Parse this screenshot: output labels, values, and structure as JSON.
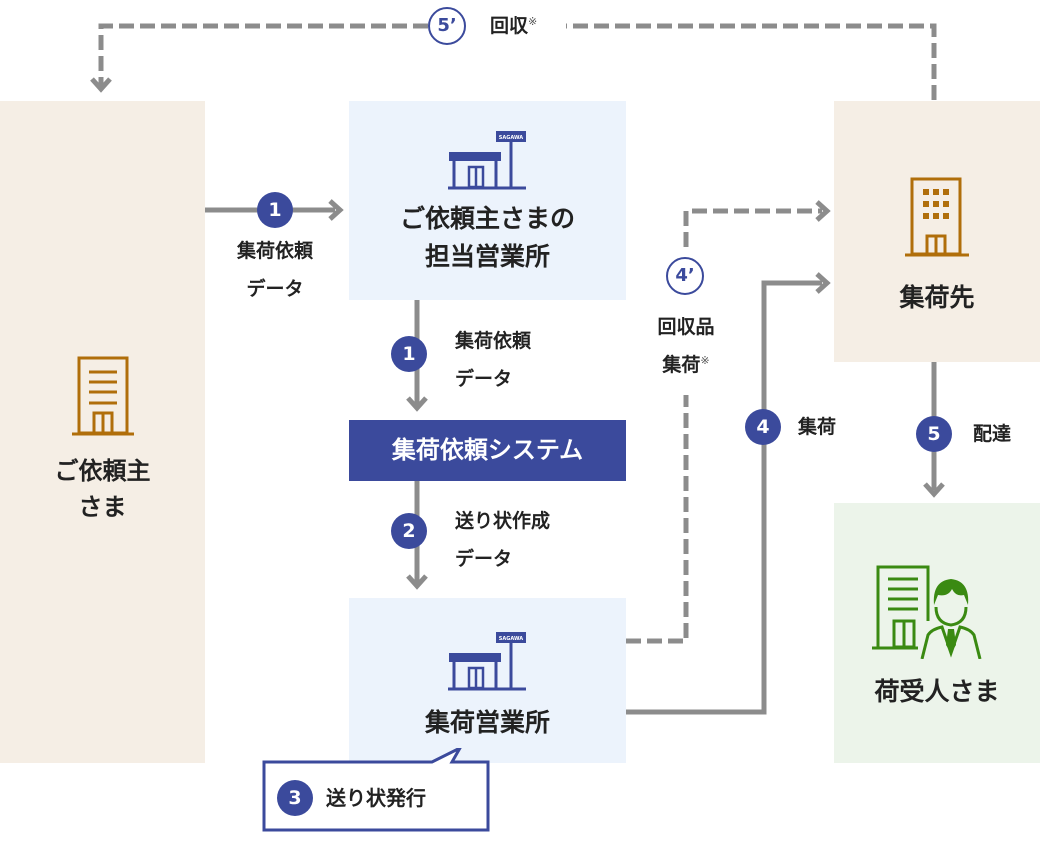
{
  "nodes": {
    "client": {
      "label_line1": "ご依頼主",
      "label_line2": "さま",
      "icon": "office-building-icon"
    },
    "client_branch": {
      "label_line1": "ご依頼主さまの",
      "label_line2": "担当営業所",
      "icon": "sagawa-branch-icon",
      "sign_text": "SAGAWA"
    },
    "system": {
      "label": "集荷依頼システム"
    },
    "pickup_branch": {
      "label": "集荷営業所",
      "icon": "sagawa-branch-icon",
      "sign_text": "SAGAWA"
    },
    "pickup_location": {
      "label": "集荷先",
      "icon": "building-windows-icon"
    },
    "recipient": {
      "label": "荷受人さま",
      "icon": "building-person-icon"
    }
  },
  "steps": [
    {
      "number": "1",
      "label_line1": "集荷依頼",
      "label_line2": "データ",
      "from": "client",
      "to": "client_branch"
    },
    {
      "number": "1",
      "label_line1": "集荷依頼",
      "label_line2": "データ",
      "from": "client_branch",
      "to": "system"
    },
    {
      "number": "2",
      "label_line1": "送り状作成",
      "label_line2": "データ",
      "from": "system",
      "to": "pickup_branch"
    },
    {
      "number": "3",
      "label": "送り状発行",
      "callout_for": "pickup_branch"
    },
    {
      "number": "4",
      "label": "集荷",
      "from": "pickup_branch",
      "to": "pickup_location"
    },
    {
      "number": "4’",
      "label_line1": "回収品",
      "label_line2": "集荷",
      "note_mark": "※",
      "optional": true,
      "from": "pickup_branch",
      "to": "pickup_location"
    },
    {
      "number": "5",
      "label": "配達",
      "from": "pickup_location",
      "to": "recipient"
    },
    {
      "number": "5’",
      "label": "回収",
      "note_mark": "※",
      "optional": true,
      "from": "pickup_location",
      "to": "client"
    }
  ],
  "colors": {
    "accent_navy": "#3b4a9c",
    "arrow_gray": "#8c8c8c",
    "beige_box": "#f5eee5",
    "blue_box": "#ecf3fc",
    "green_box": "#ecf4ea",
    "brown_icon": "#b06e0a",
    "green_icon": "#3a8a12"
  }
}
